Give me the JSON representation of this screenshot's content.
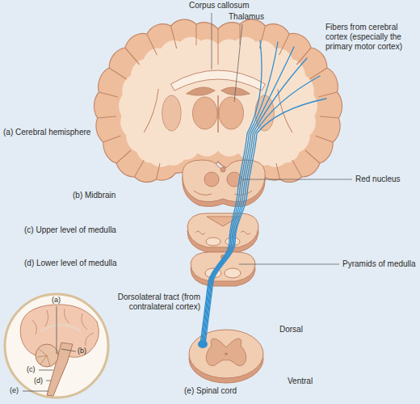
{
  "diagram": {
    "labels": [
      "Corpus callosum",
      "Thalamus",
      "Fibers from cerebral cortex (especially the primary motor cortex)",
      "(a) Cerebral hemisphere",
      "(b) Midbrain",
      "Red nucleus",
      "(c) Upper level of medulla",
      "(d) Lower level of medulla",
      "Pyramids of medulla",
      "Dorsolateral tract (from contralateral cortex)",
      "Dorsal",
      "Ventral",
      "(e) Spinal cord",
      "(a)",
      "(b)",
      "(c)",
      "(d)",
      "(e)"
    ]
  }
}
